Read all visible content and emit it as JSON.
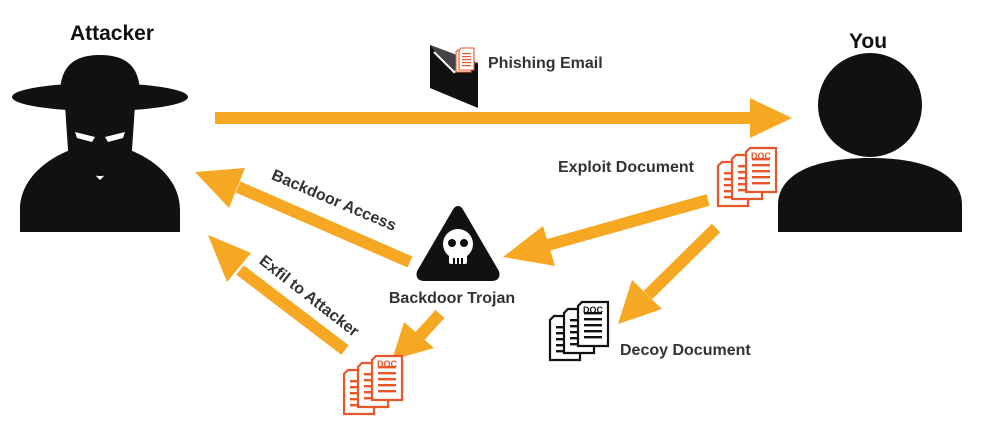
{
  "actors": {
    "attacker": "Attacker",
    "you": "You"
  },
  "labels": {
    "phishing_email": "Phishing Email",
    "exploit_document": "Exploit Document",
    "backdoor_access": "Backdoor Access",
    "exfil_to_attacker": "Exfil to Attacker",
    "backdoor_trojan": "Backdoor Trojan",
    "decoy_document": "Decoy Document"
  },
  "doc_icon_text": "DOC",
  "colors": {
    "arrow": "#f7a823",
    "doc_orange": "#e8562a",
    "dark": "#111111",
    "label": "#333333"
  },
  "icons": [
    "attacker-silhouette-icon",
    "user-silhouette-icon",
    "envelope-icon",
    "document-stack-icon",
    "skull-icon"
  ]
}
